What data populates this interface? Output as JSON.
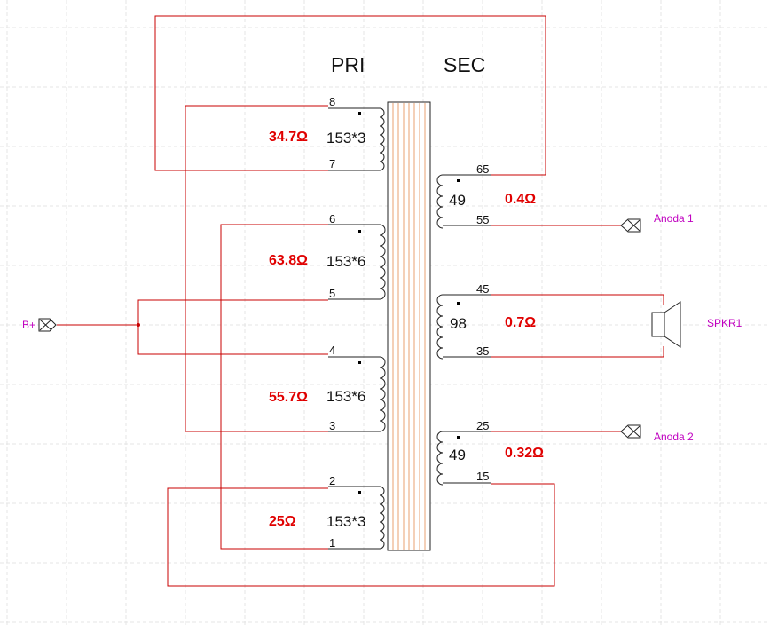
{
  "headers": {
    "primary": "PRI",
    "secondary": "SEC"
  },
  "primary": {
    "w1": {
      "top_pin": "8",
      "bottom_pin": "7",
      "resistance": "34.7Ω",
      "turns": "153*3"
    },
    "w2": {
      "top_pin": "6",
      "bottom_pin": "5",
      "resistance": "63.8Ω",
      "turns": "153*6"
    },
    "w3": {
      "top_pin": "4",
      "bottom_pin": "3",
      "resistance": "55.7Ω",
      "turns": "153*6"
    },
    "w4": {
      "top_pin": "2",
      "bottom_pin": "1",
      "resistance": "25Ω",
      "turns": "153*3"
    }
  },
  "secondary": {
    "s1": {
      "top_pin": "65",
      "bottom_pin": "55",
      "turns": "49",
      "resistance": "0.4Ω"
    },
    "s2": {
      "top_pin": "45",
      "bottom_pin": "35",
      "turns": "98",
      "resistance": "0.7Ω"
    },
    "s3": {
      "top_pin": "25",
      "bottom_pin": "15",
      "turns": "49",
      "resistance": "0.32Ω"
    }
  },
  "ports": {
    "bplus": "B+",
    "anoda1": "Anoda 1",
    "anoda2": "Anoda 2",
    "speaker": "SPKR1"
  },
  "colors": {
    "wire": "#c80000",
    "resistance": "#e00000",
    "net_label": "#c000c0",
    "core": "#e8a070"
  }
}
